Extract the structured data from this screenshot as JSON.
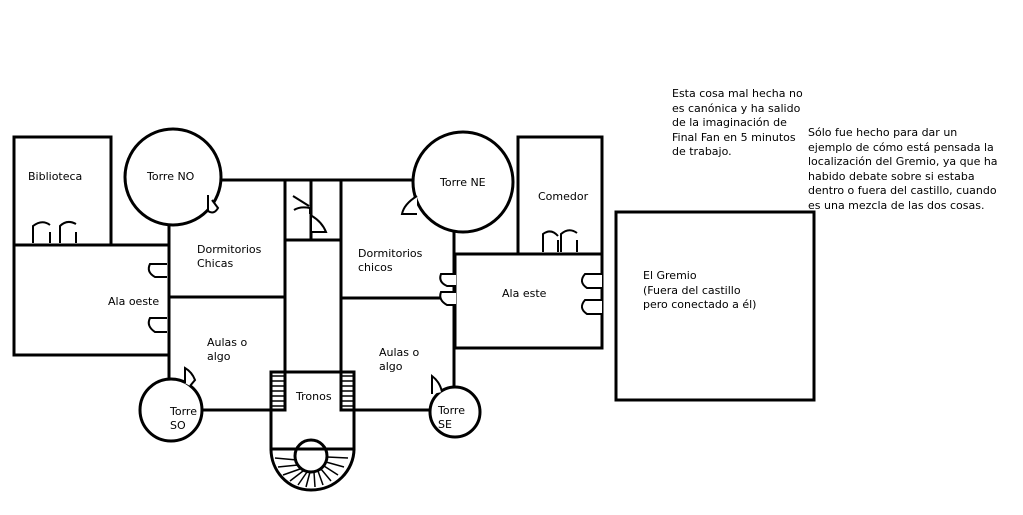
{
  "rooms": {
    "biblioteca": "Biblioteca",
    "torre_no": "Torre NO",
    "torre_ne": "Torre NE",
    "comedor": "Comedor",
    "dormitorios_chicas": [
      "Dormitorios",
      "Chicas"
    ],
    "dormitorios_chicos": [
      "Dormitorios",
      "chicos"
    ],
    "ala_oeste": "Ala oeste",
    "ala_este": "Ala este",
    "aulas_oeste": [
      "Aulas o",
      "algo"
    ],
    "aulas_este": [
      "Aulas o",
      "algo"
    ],
    "torre_so": [
      "Torre",
      "SO"
    ],
    "torre_se": [
      "Torre",
      "SE"
    ],
    "tronos": "Tronos",
    "gremio": [
      "El Gremio",
      "(Fuera del castillo",
      "pero conectado a él)"
    ]
  },
  "notes": {
    "note_1": [
      "Esta cosa mal hecha no",
      "es canónica y ha salido",
      "de la imaginación de",
      "Final Fan en 5 minutos",
      "de trabajo."
    ],
    "note_2": [
      "Sólo fue hecho para dar un",
      "ejemplo de cómo está pensada la",
      "localización del Gremio, ya que ha",
      "habido debate sobre si estaba",
      "dentro o fuera del castillo, cuando",
      "es una mezcla de las dos cosas."
    ]
  },
  "colors": {
    "line": "#000000",
    "background": "#ffffff"
  }
}
